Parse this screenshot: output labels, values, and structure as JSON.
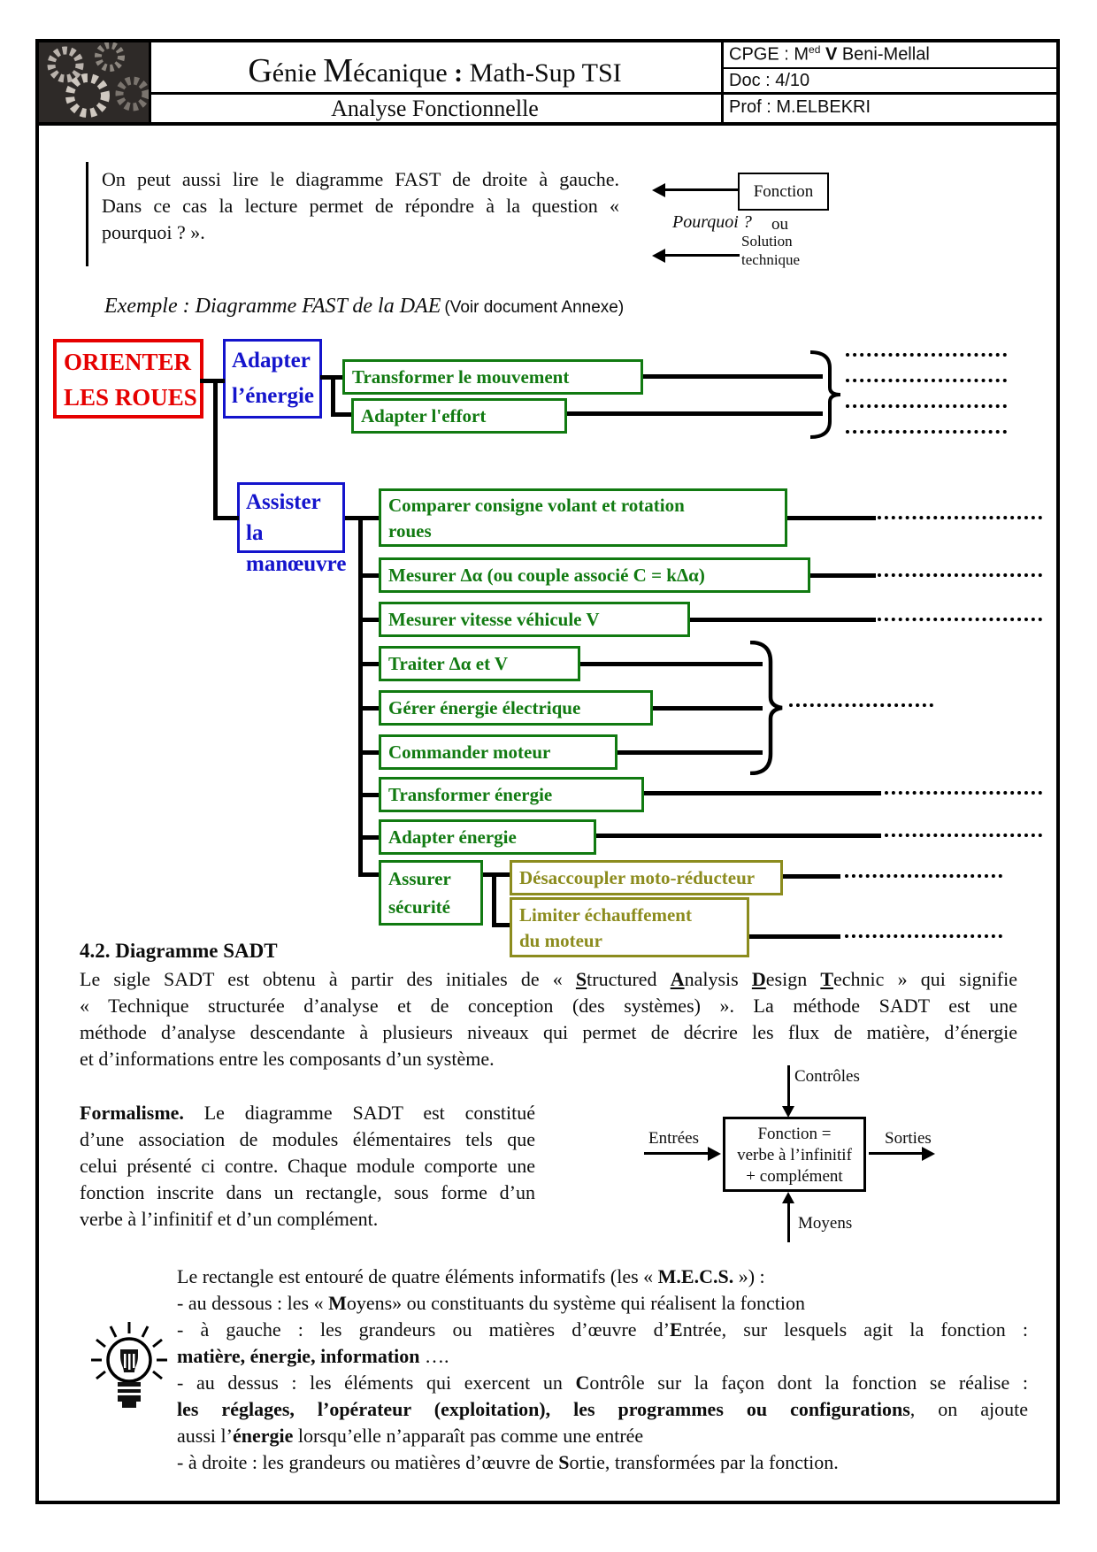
{
  "header": {
    "title_segments": [
      {
        "t": "G",
        "lg": true
      },
      {
        "t": "énie "
      },
      {
        "t": "M",
        "lg": true
      },
      {
        "t": "écanique "
      },
      {
        "t": ": ",
        "b": true
      },
      {
        "t": "Math-Sup TSI"
      }
    ],
    "subtitle": "Analyse Fonctionnelle",
    "cpge_segments": [
      {
        "t": "CPGE : M"
      },
      {
        "t": "ed",
        "sup": true
      },
      {
        "t": " "
      },
      {
        "t": "V",
        "b": true
      },
      {
        "t": " Beni-Mellal"
      }
    ],
    "doc": "Doc : 4/10",
    "prof": "Prof : M.ELBEKRI",
    "logo": "gears-photo"
  },
  "intro": {
    "lines": [
      "On peut aussi lire le diagramme FAST de droite à gauche.",
      "Dans ce cas la lecture permet de répondre à la question «",
      "pourquoi ? »."
    ]
  },
  "reading": {
    "fonction": "Fonction",
    "pourquoi": "Pourquoi ?",
    "ou": "ou",
    "solution": [
      "Solution",
      "technique"
    ]
  },
  "exemple": {
    "title": "Exemple : Diagramme FAST de la DAE",
    "annex": "(Voir document Annexe)"
  },
  "fast": {
    "root": {
      "lines": [
        "ORIENTER",
        "LES ROUES"
      ]
    },
    "adapter_energie": {
      "lines": [
        "Adapter",
        "l’énergie"
      ]
    },
    "assister": {
      "lines": [
        "Assister la",
        "manœuvre"
      ]
    },
    "branch_adapter": [
      {
        "label": "Transformer le mouvement"
      },
      {
        "label": "Adapter l'effort"
      }
    ],
    "branch_assister": [
      {
        "lines": [
          "Comparer consigne volant et rotation",
          "roues"
        ]
      },
      {
        "label": "Mesurer Δα (ou couple associé C = kΔα)"
      },
      {
        "label": "Mesurer vitesse véhicule V"
      },
      {
        "label": "Traiter Δα et V"
      },
      {
        "label": "Gérer énergie électrique"
      },
      {
        "label": "Commander moteur"
      },
      {
        "label": "Transformer énergie"
      },
      {
        "label": "Adapter énergie"
      },
      {
        "lines": [
          "Assurer",
          "sécurité"
        ]
      }
    ],
    "branch_securite": [
      {
        "label": "Désaccoupler moto-réducteur"
      },
      {
        "lines": [
          "Limiter échauffement",
          "du moteur"
        ]
      }
    ]
  },
  "sadt": {
    "heading": "4.2. Diagramme SADT",
    "para_lines": [
      [
        {
          "t": "Le sigle SADT est obtenu à partir des initiales de « "
        },
        {
          "t": "S",
          "b": true,
          "u": true
        },
        {
          "t": "tructured "
        },
        {
          "t": "A",
          "b": true,
          "u": true
        },
        {
          "t": "nalysis "
        },
        {
          "t": "D",
          "b": true,
          "u": true
        },
        {
          "t": "esign "
        },
        {
          "t": "T",
          "b": true,
          "u": true
        },
        {
          "t": "echnic » qui signifie"
        }
      ],
      [
        {
          "t": "« Technique structurée d’analyse et de conception (des systèmes) ». La méthode SADT est une"
        }
      ],
      [
        {
          "t": "méthode d’analyse descendante à plusieurs niveaux qui permet de décrire les flux de matière, d’énergie"
        }
      ],
      [
        {
          "t": "et d’informations entre les composants d’un système."
        }
      ]
    ],
    "formalisme_lines": [
      [
        {
          "t": "Formalisme.",
          "b": true
        },
        {
          "t": " Le diagramme SADT est constitué"
        }
      ],
      [
        {
          "t": "d’une association de modules élémentaires tels que"
        }
      ],
      [
        {
          "t": "celui présenté ci contre. Chaque module comporte une"
        }
      ],
      [
        {
          "t": "fonction inscrite dans un rectangle, sous forme d’un"
        }
      ],
      [
        {
          "t": "verbe à l’infinitif et d’un complément."
        }
      ]
    ],
    "diagram": {
      "controles": "Contrôles",
      "entrees": "Entrées",
      "sorties": "Sorties",
      "moyens": "Moyens",
      "box_lines": [
        "Fonction =",
        "verbe à l’infinitif",
        "+ complément"
      ]
    }
  },
  "mecs": {
    "lines": [
      [
        {
          "t": "Le rectangle est entouré de quatre éléments informatifs (les « "
        },
        {
          "t": "M.E.C.S.",
          "b": true
        },
        {
          "t": " ») :"
        }
      ],
      [
        {
          "t": "- au dessous : les « "
        },
        {
          "t": "M",
          "b": true
        },
        {
          "t": "oyens» ou constituants du système qui réalisent la fonction"
        }
      ],
      [
        {
          "t": "- à gauche : les grandeurs ou matières d’œuvre d’"
        },
        {
          "t": "E",
          "b": true
        },
        {
          "t": "ntrée, sur lesquels agit la fonction :"
        }
      ],
      [
        {
          "t": "matière, énergie, information",
          "b": true
        },
        {
          "t": " …."
        }
      ],
      [
        {
          "t": "- au dessus : les éléments qui exercent un "
        },
        {
          "t": "C",
          "b": true
        },
        {
          "t": "ontrôle sur la façon dont la fonction se réalise :"
        }
      ],
      [
        {
          "t": "les réglages, l’opérateur (exploitation), les programmes ou configurations",
          "b": true
        },
        {
          "t": ", on ajoute"
        }
      ],
      [
        {
          "t": "aussi l’"
        },
        {
          "t": "énergie",
          "b": true
        },
        {
          "t": " lorsqu’elle n’apparaît pas comme une entrée"
        }
      ],
      [
        {
          "t": "- à droite : les grandeurs ou matières d’œuvre de "
        },
        {
          "t": "S",
          "b": true
        },
        {
          "t": "ortie, transformées par la fonction."
        }
      ]
    ]
  },
  "colors": {
    "red": "#e60000",
    "blue": "#1414cc",
    "green": "#117a11",
    "olive": "#8c8c1e",
    "line": "#000000"
  }
}
